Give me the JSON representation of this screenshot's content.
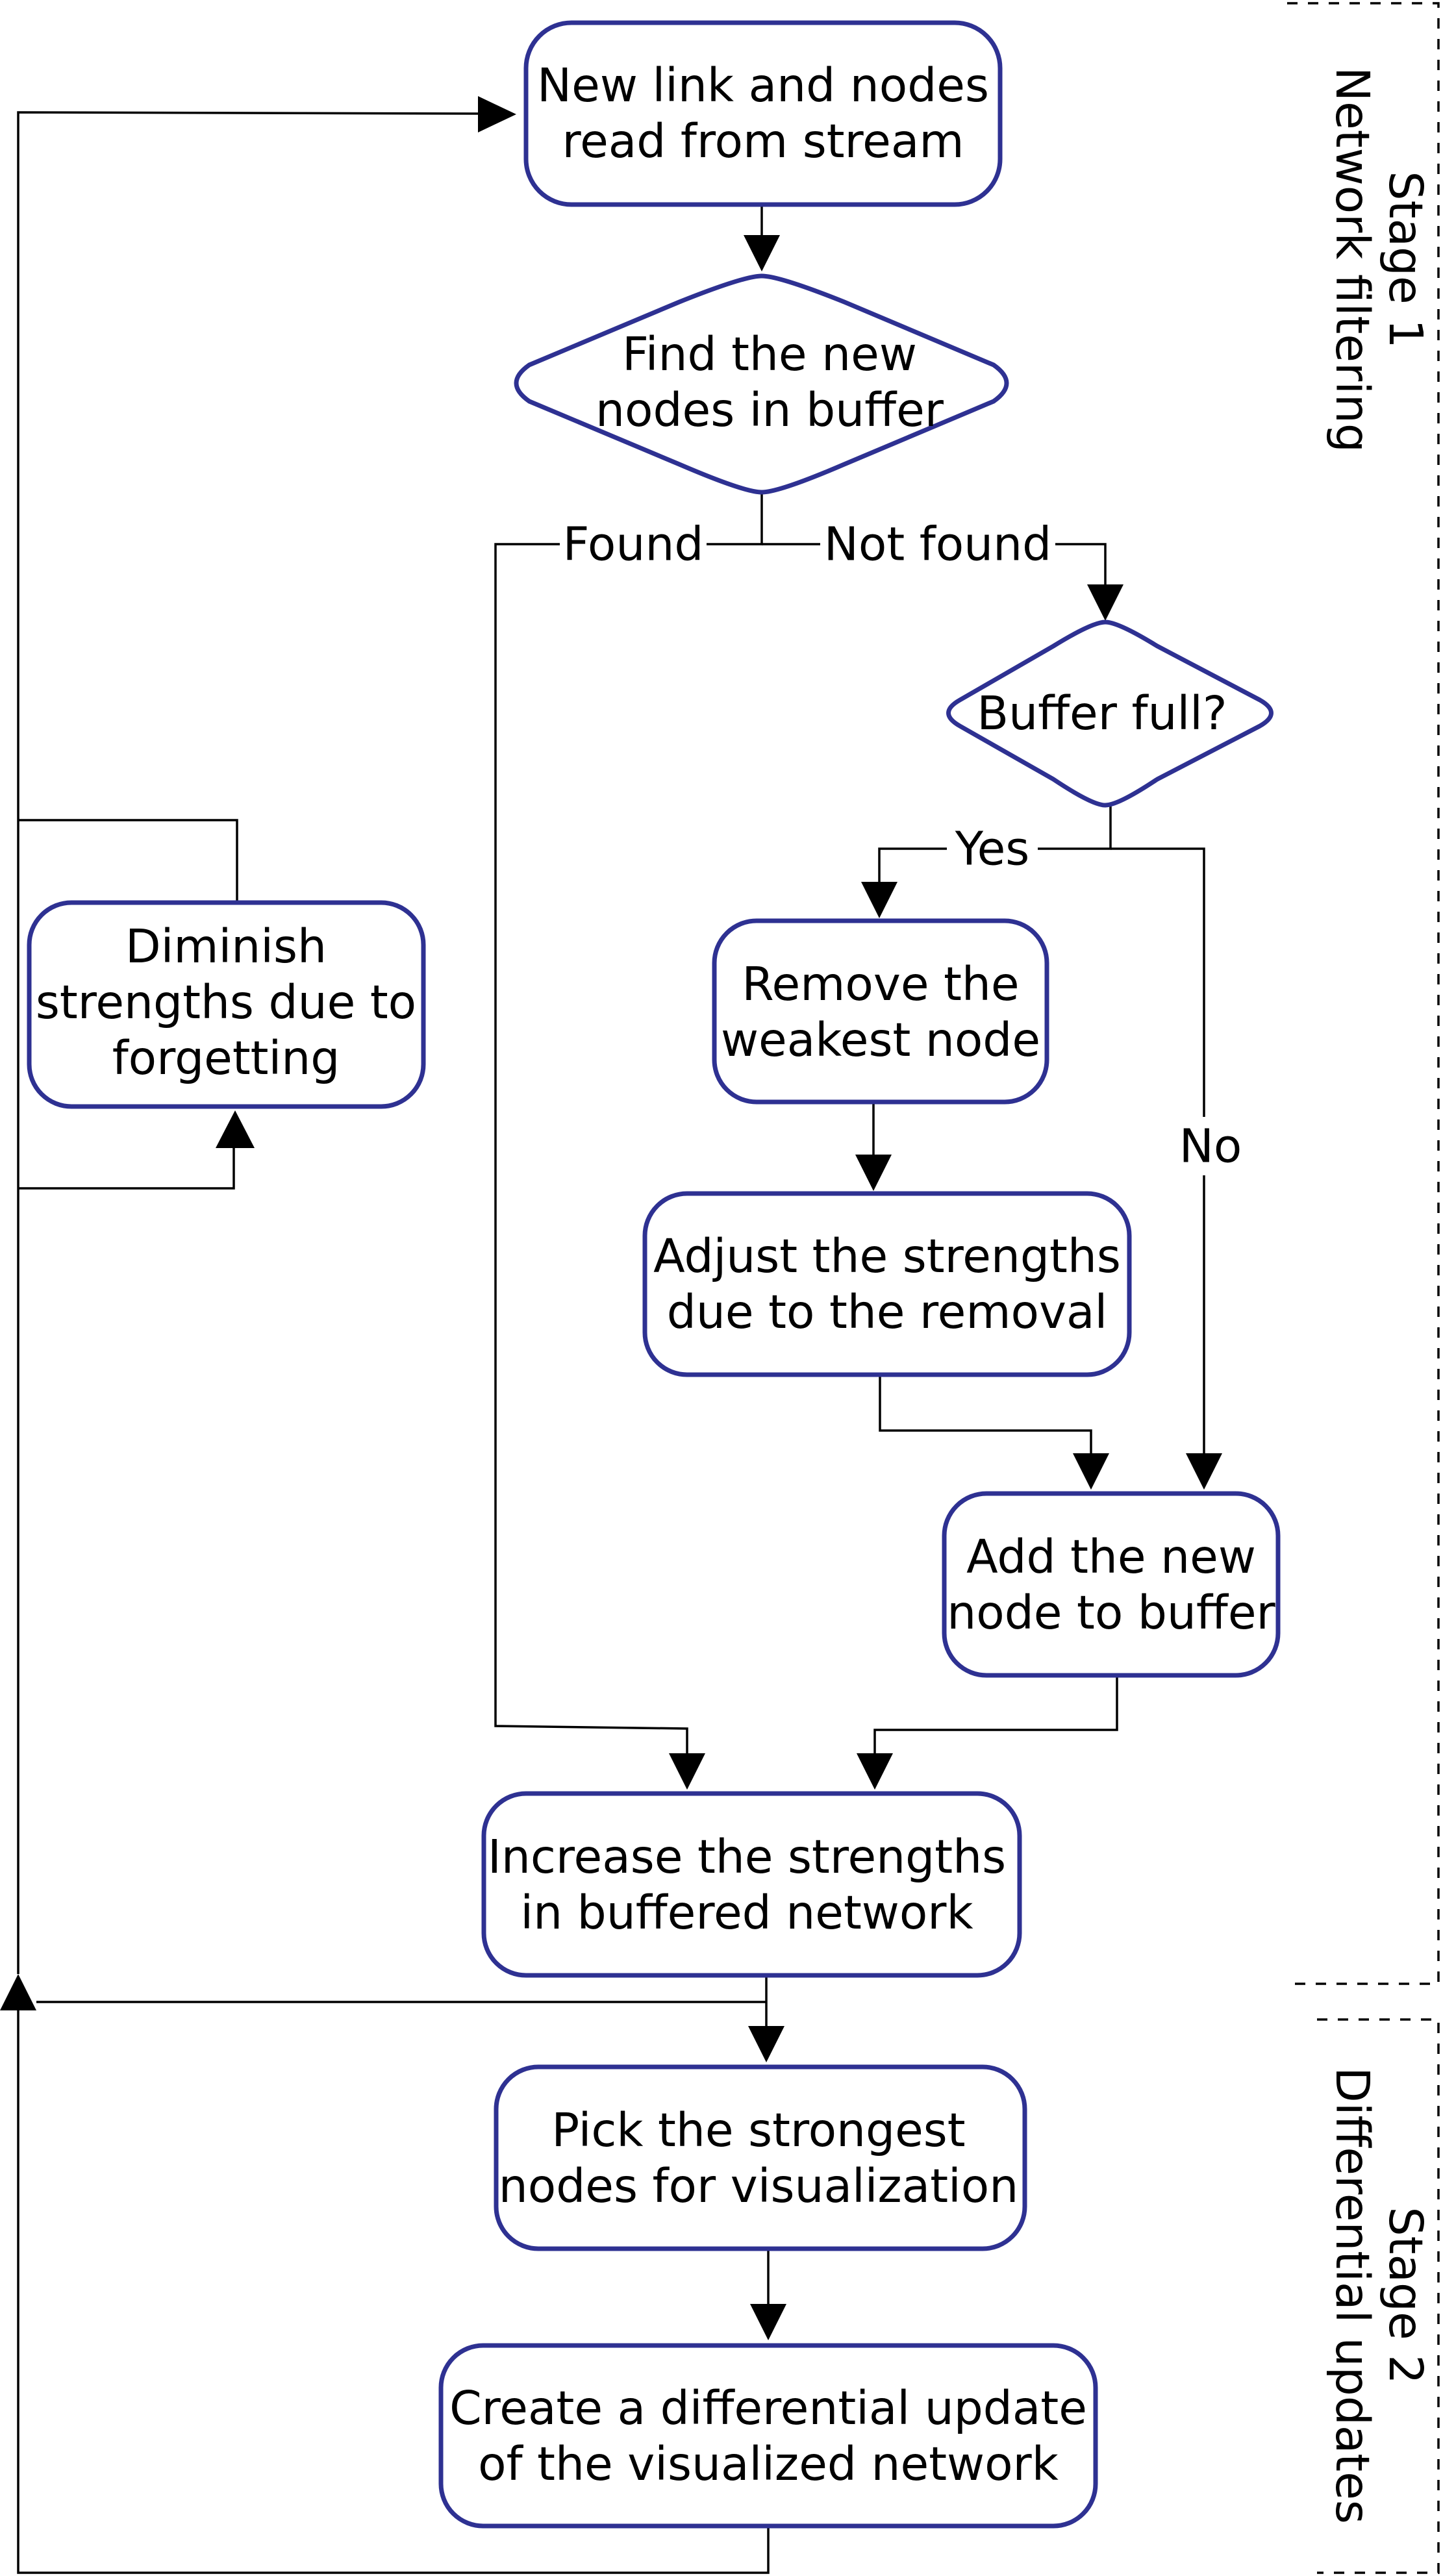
{
  "nodes": {
    "read_stream": {
      "lines": [
        "New link and nodes",
        "read from stream"
      ]
    },
    "find_in_buffer": {
      "lines": [
        "Find the new",
        "nodes in buffer"
      ]
    },
    "buffer_full": {
      "lines": [
        "Buffer full?"
      ]
    },
    "remove_weakest": {
      "lines": [
        "Remove the",
        "weakest node"
      ]
    },
    "adjust_strengths": {
      "lines": [
        "Adjust the strengths",
        "due to the removal"
      ]
    },
    "add_node": {
      "lines": [
        "Add the new",
        "node to buffer"
      ]
    },
    "increase_strengths": {
      "lines": [
        "Increase the strengths",
        "in buffered network"
      ]
    },
    "pick_strongest": {
      "lines": [
        "Pick the strongest",
        "nodes for visualization"
      ]
    },
    "differential_update": {
      "lines": [
        "Create a differential update",
        "of the visualized network"
      ]
    },
    "diminish": {
      "lines": [
        "Diminish",
        "strengths due to",
        "forgetting"
      ]
    }
  },
  "edge_labels": {
    "found": "Found",
    "not_found": "Not found",
    "yes": "Yes",
    "no": "No"
  },
  "stages": {
    "stage1": {
      "title": "Stage 1",
      "subtitle": "Network filtering"
    },
    "stage2": {
      "title": "Stage 2",
      "subtitle": "Differential updates"
    }
  },
  "colors": {
    "node_border": "#2e3192",
    "line": "#000000",
    "background": "#ffffff"
  }
}
